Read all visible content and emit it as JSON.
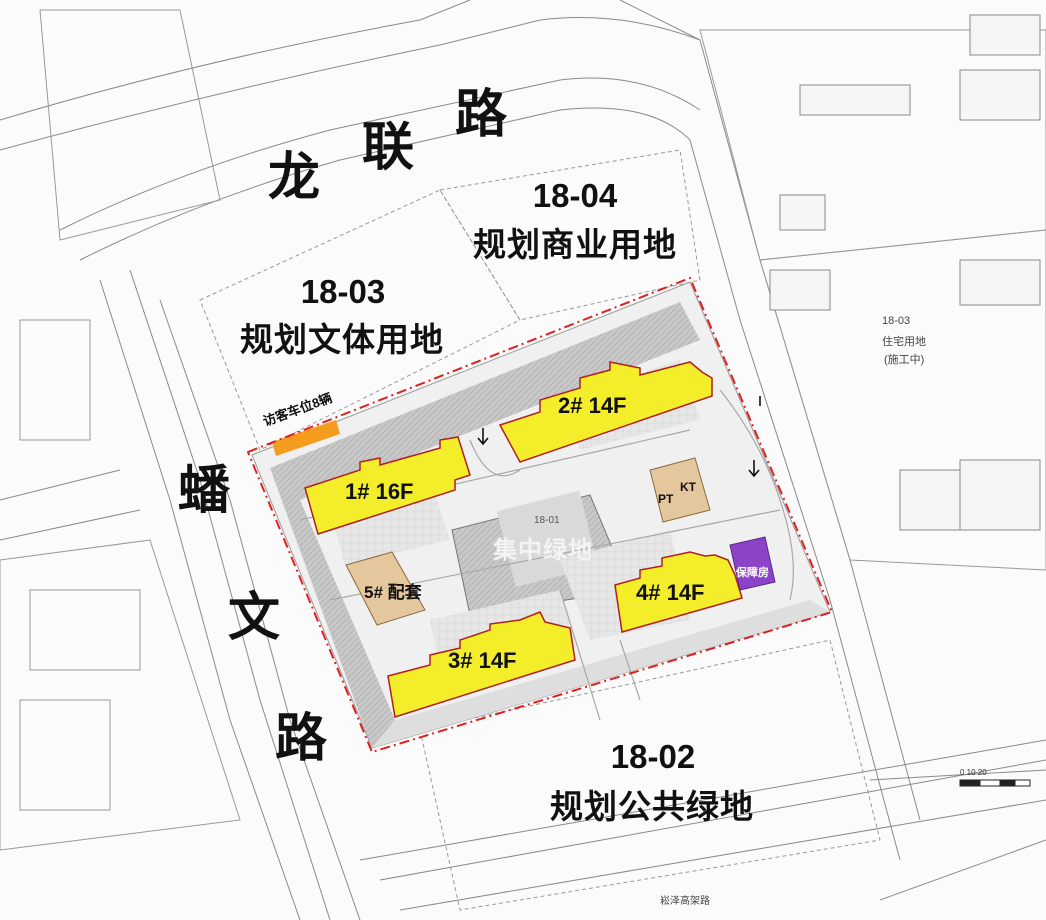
{
  "roads": {
    "north": [
      "龙",
      "联",
      "路"
    ],
    "west": [
      "蟠",
      "文",
      "路"
    ]
  },
  "parcels": {
    "p1803_code": "18-03",
    "p1803_use": "规划文体用地",
    "p1804_code": "18-04",
    "p1804_use": "规划商业用地",
    "p1802_code": "18-02",
    "p1802_use": "规划公共绿地"
  },
  "buildings": {
    "b1": "1#  16F",
    "b2": "2#  14F",
    "b3": "3#  14F",
    "b4": "4#  14F",
    "b5": "5# 配套",
    "pt": "PT",
    "kt": "KT",
    "affordable": "保障房"
  },
  "site": {
    "green_label": "集中绿地",
    "visitor_parking": "访客车位8辆"
  },
  "context_labels": {
    "east_parcel": "18-03",
    "east_use": "住宅用地",
    "east_status": "(施工中)",
    "south_road": "崧泽高架路",
    "center_code": "18-01",
    "scale": "0   10   20"
  },
  "colors": {
    "building": "#f4ee2a",
    "building_outline": "#b02020",
    "boundary": "#e02020",
    "support": "#e4c79d",
    "affordable": "#8b44c8",
    "visitor_parking": "#f59b1d",
    "paving": "#c9c9c9"
  }
}
